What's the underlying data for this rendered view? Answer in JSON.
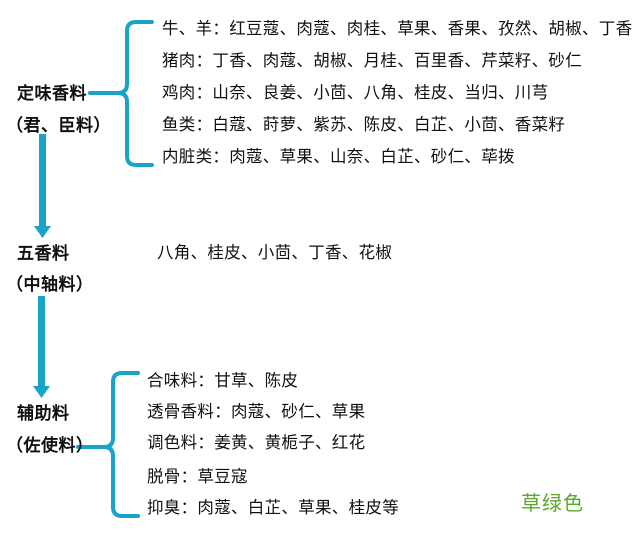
{
  "colors": {
    "connector": "#1aa3c9",
    "text": "#111111",
    "note": "#5aa82a"
  },
  "categories": [
    {
      "name": "定味香料",
      "subtitle": "（君、臣料）",
      "items": [
        "牛、羊：红豆蔻、肉蔻、肉桂、草果、香果、孜然、胡椒、丁香",
        "猪肉：丁香、肉蔻、胡椒、月桂、百里香、芹菜籽、砂仁",
        "鸡肉：山奈、良姜、小茴、八角、桂皮、当归、川芎",
        "鱼类：白蔻、莳萝、紫苏、陈皮、白芷、小茴、香菜籽",
        "内脏类：肉蔻、草果、山奈、白芷、砂仁、荜拨"
      ]
    },
    {
      "name": "五香料",
      "subtitle": "（中轴料）",
      "items": [
        "八角、桂皮、小茴、丁香、花椒"
      ]
    },
    {
      "name": "辅助料",
      "subtitle": "（佐使料）",
      "items": [
        "合味料：甘草、陈皮",
        "透骨香料：肉蔻、砂仁、草果",
        "调色料：姜黄、黄栀子、红花",
        "脱骨：草豆寇",
        "抑臭：肉蔻、白芷、草果、桂皮等"
      ]
    }
  ],
  "note": "草绿色",
  "icons": {
    "arrow": "arrow-down-icon",
    "brace": "curly-brace-icon"
  }
}
